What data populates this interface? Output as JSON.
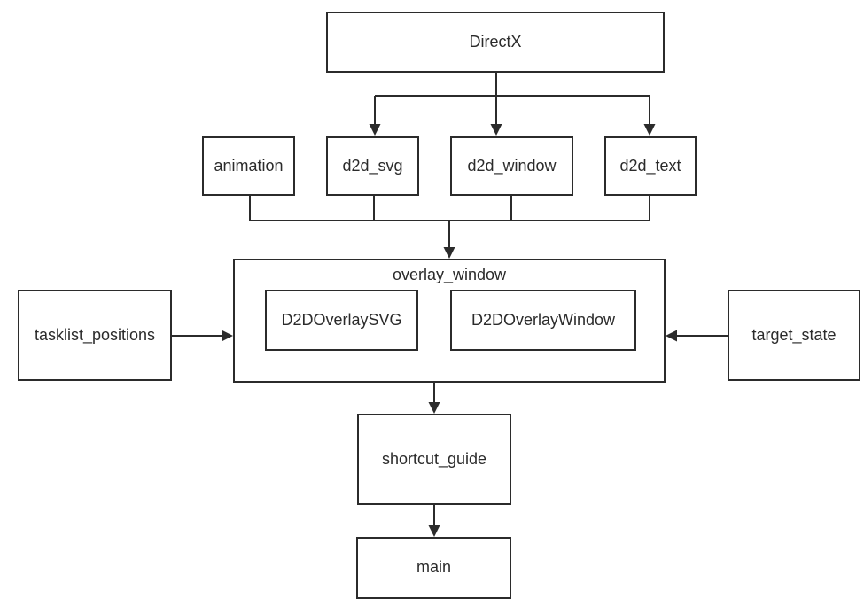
{
  "diagram": {
    "type": "dependency-graph",
    "background_color": "#ffffff",
    "line_color": "#2b2b2b",
    "text_color": "#2b2b2b",
    "nodes": {
      "directx": {
        "label": "DirectX"
      },
      "animation": {
        "label": "animation"
      },
      "d2d_svg": {
        "label": "d2d_svg"
      },
      "d2d_window": {
        "label": "d2d_window"
      },
      "d2d_text": {
        "label": "d2d_text"
      },
      "overlay_window": {
        "label": "overlay_window"
      },
      "d2d_overlay_svg": {
        "label": "D2DOverlaySVG"
      },
      "d2d_overlay_window": {
        "label": "D2DOverlayWindow"
      },
      "tasklist_positions": {
        "label": "tasklist_positions"
      },
      "target_state": {
        "label": "target_state"
      },
      "shortcut_guide": {
        "label": "shortcut_guide"
      },
      "main": {
        "label": "main"
      }
    },
    "edges": [
      {
        "from": "DirectX",
        "to": "d2d_svg"
      },
      {
        "from": "DirectX",
        "to": "d2d_window"
      },
      {
        "from": "DirectX",
        "to": "d2d_text"
      },
      {
        "from": "animation",
        "to": "overlay_window"
      },
      {
        "from": "d2d_svg",
        "to": "overlay_window"
      },
      {
        "from": "d2d_window",
        "to": "overlay_window"
      },
      {
        "from": "d2d_text",
        "to": "overlay_window"
      },
      {
        "from": "tasklist_positions",
        "to": "overlay_window"
      },
      {
        "from": "target_state",
        "to": "overlay_window"
      },
      {
        "from": "overlay_window",
        "to": "shortcut_guide"
      },
      {
        "from": "shortcut_guide",
        "to": "main"
      }
    ]
  }
}
